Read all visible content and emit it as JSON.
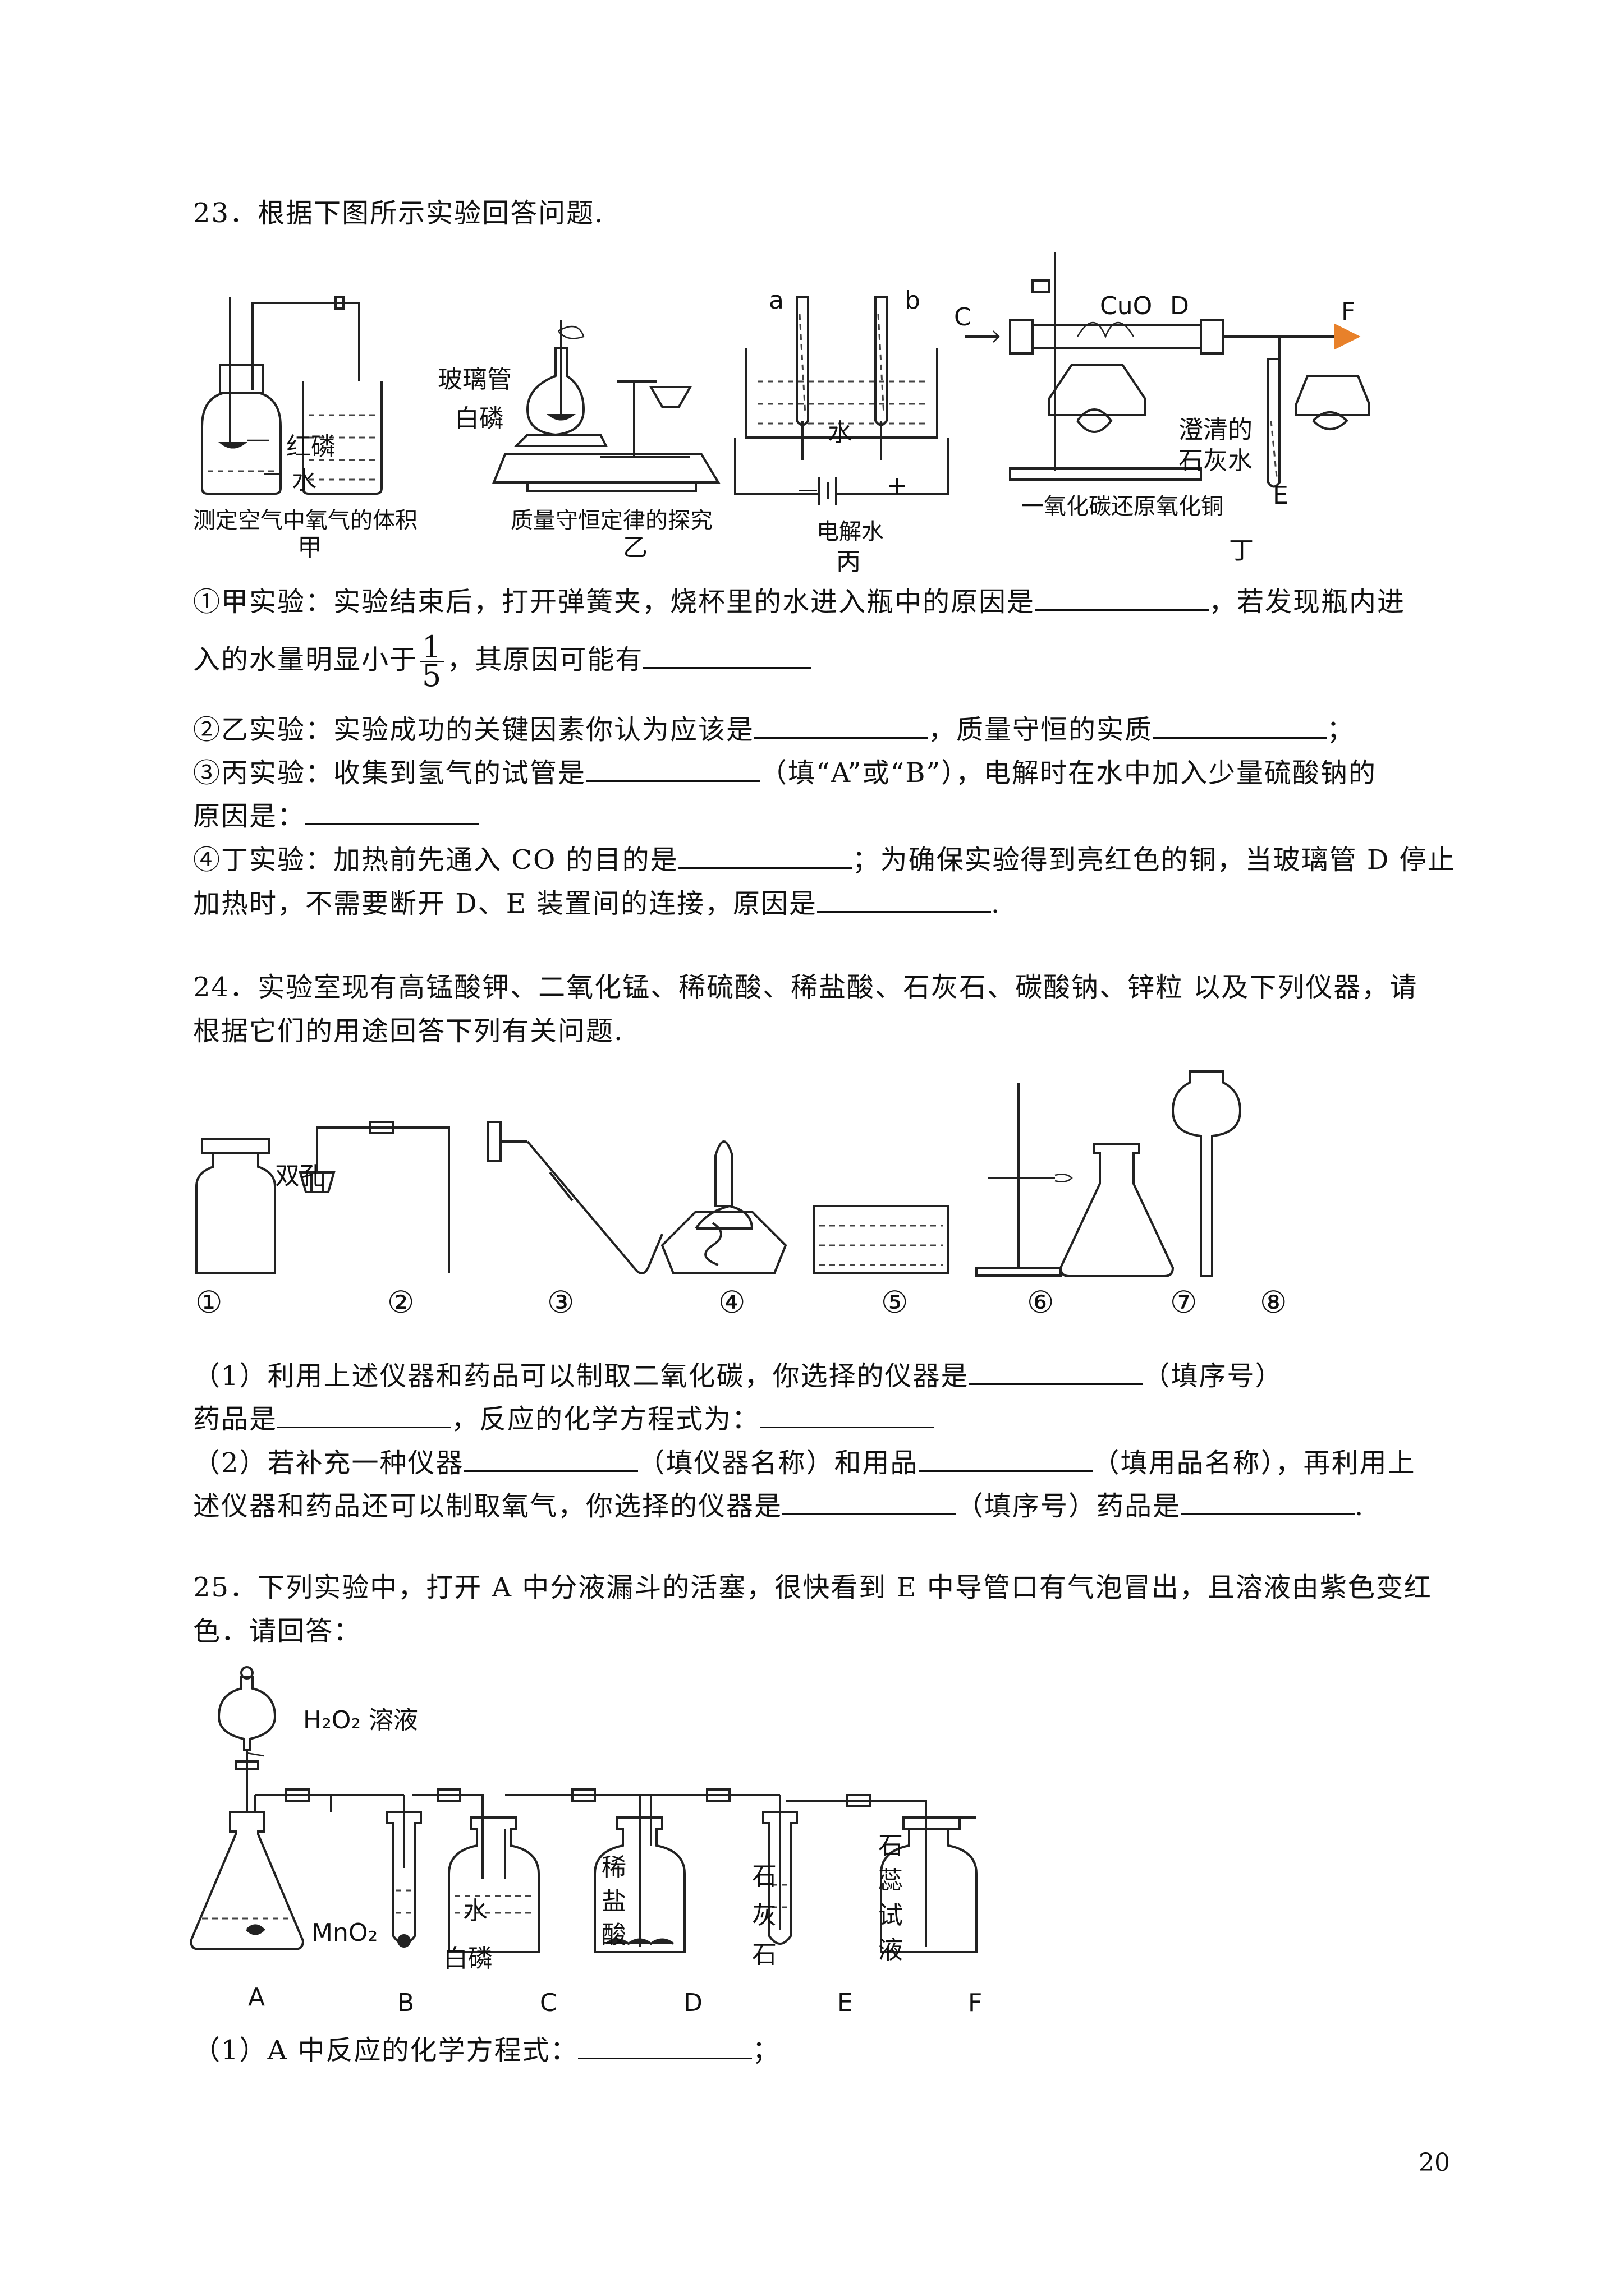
{
  "q23": {
    "title": "23．根据下图所示实验回答问题.",
    "fig_labels": {
      "jia_red_p": "红磷",
      "jia_water": "水",
      "jia_caption": "测定空气中氧气的体积",
      "jia_name": "甲",
      "yi_tube": "玻璃管",
      "yi_white_p": "白磷",
      "yi_caption": "质量守恒定律的探究",
      "yi_name": "乙",
      "bing_a": "a",
      "bing_b": "b",
      "bing_water": "水",
      "bing_minus": "－",
      "bing_plus": "+",
      "bing_caption": "电解水",
      "bing_name": "丙",
      "ding_c": "C",
      "ding_cuo": "CuO",
      "ding_d": "D",
      "ding_f": "F",
      "ding_limewater": "澄清的\n石灰水",
      "ding_limewater_1": "澄清的",
      "ding_limewater_2": "石灰水",
      "ding_e": "E",
      "ding_caption": "一氧化碳还原氧化铜",
      "ding_name": "丁"
    },
    "q1_a": "①甲实验：实验结束后，打开弹簧夹，烧杯里的水进入瓶中的原因是",
    "q1_b": "，若发现瓶内进",
    "q1_c": "入的水量明显小于",
    "q1_frac_num": "1",
    "q1_frac_den": "5",
    "q1_d": "，其原因可能有",
    "q2_a": "②乙实验：实验成功的关键因素你认为应该是",
    "q2_b": "，质量守恒的实质",
    "q2_c": "；",
    "q3_a": "③丙实验：收集到氢气的试管是",
    "q3_b": "（填“A”或“B”），电解时在水中加入少量硫酸钠的",
    "q3_c": "原因是：",
    "q4_a": "④丁实验：加热前先通入 CO 的目的是",
    "q4_b": "；为确保实验得到亮红色的铜，当玻璃管 D 停止",
    "q4_c": "加热时，不需要断开 D、E 装置间的连接，原因是",
    "q4_d": "."
  },
  "q24": {
    "title_1": "24．实验室现有高锰酸钾、二氧化锰、稀硫酸、稀盐酸、石灰石、碳酸钠、锌粒 以及下列仪器，请",
    "title_2": "根据它们的用途回答下列有关问题.",
    "stopper_label": "双孔",
    "numbers": [
      "①",
      "②",
      "③",
      "④",
      "⑤",
      "⑥",
      "⑦",
      "⑧"
    ],
    "p1_a": "（1）利用上述仪器和药品可以制取二氧化碳，你选择的仪器是",
    "p1_b": "（填序号）",
    "p1_c": "药品是",
    "p1_d": "，反应的化学方程式为：",
    "p2_a": "（2）若补充一种仪器",
    "p2_b": "（填仪器名称）和用品",
    "p2_c": "（填用品名称），再利用上",
    "p2_d": "述仪器和药品还可以制取氧气，你选择的仪器是",
    "p2_e": "（填序号）药品是",
    "p2_f": "."
  },
  "q25": {
    "title_1": "25．下列实验中，打开 A 中分液漏斗的活塞，很快看到 E 中导管口有气泡冒出，且溶液由紫色变红",
    "title_2": "色．请回答：",
    "h2o2": "H₂O₂ 溶液",
    "mno2": "MnO₂",
    "water": "水",
    "white_p": "白磷",
    "hcl": [
      "稀",
      "盐",
      "酸"
    ],
    "limestone": [
      "石",
      "灰",
      "石"
    ],
    "litmus": [
      "石",
      "蕊",
      "试",
      "液"
    ],
    "letters": [
      "A",
      "B",
      "C",
      "D",
      "E",
      "F"
    ],
    "p1_a": "（1）A 中反应的化学方程式：",
    "p1_b": "；"
  },
  "page_number": "20"
}
